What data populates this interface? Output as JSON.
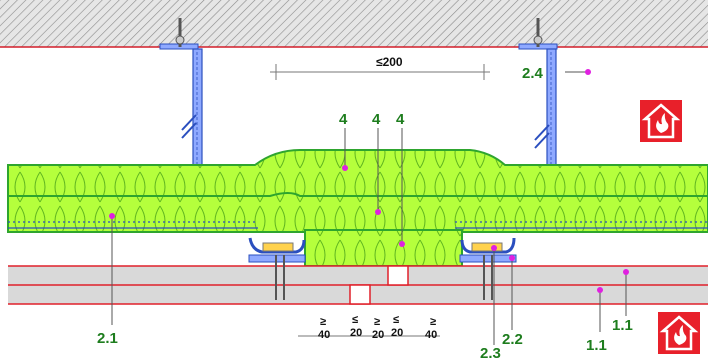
{
  "labels": {
    "l4a": "4",
    "l4b": "4",
    "l4c": "4",
    "l24": "2.4",
    "l21": "2.1",
    "l22": "2.2",
    "l23": "2.3",
    "l11a": "1.1",
    "l11b": "1.1"
  },
  "dimensions": {
    "top_span": "≤200",
    "bottom": [
      "≥\n40",
      "≤\n20",
      "≥\n20",
      "≤\n20",
      "≥\n40"
    ],
    "b1_sym": "≥",
    "b1_val": "40",
    "b2_sym": "≤",
    "b2_val": "20",
    "b3_sym": "≥",
    "b3_val": "20",
    "b4_sym": "≤",
    "b4_val": "20",
    "b5_sym": "≥",
    "b5_val": "40"
  },
  "icons": [
    "fire-house-icon-top",
    "fire-house-icon-bottom"
  ],
  "colors": {
    "insulation": "#b5ff3c",
    "insulation_stroke": "#2ea52e",
    "steel": "#4a6fd8",
    "board": "#d9d9d9",
    "board_edge": "#e0202a",
    "label": "#1e7d1e",
    "leader_dot": "#e020e0",
    "fire": "#e8202a"
  }
}
